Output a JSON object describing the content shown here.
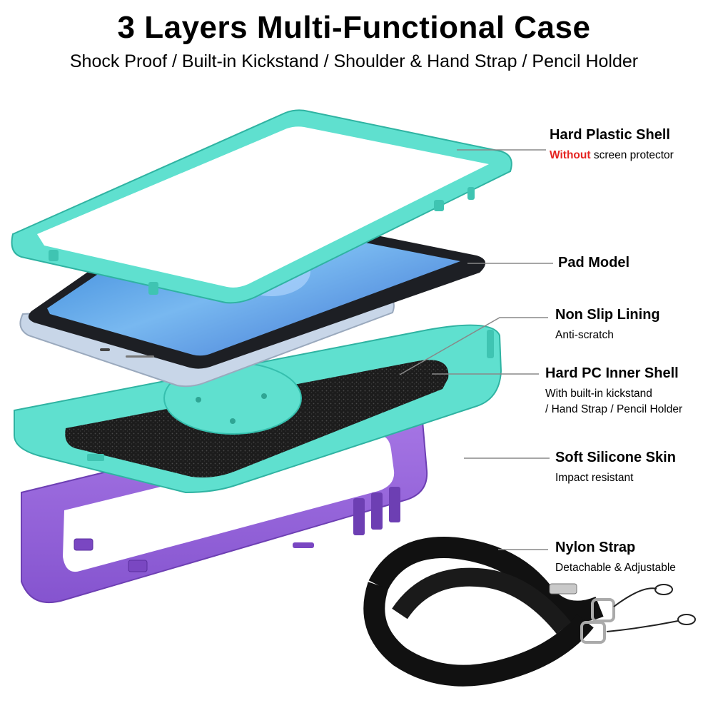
{
  "header": {
    "title": "3 Layers Multi-Functional Case",
    "subtitle": "Shock Proof / Built-in Kickstand / Shoulder & Hand Strap / Pencil Holder"
  },
  "callouts": {
    "hard_plastic_shell": {
      "label": "Hard Plastic Shell",
      "desc_accent": "Without",
      "desc_rest": " screen protector"
    },
    "pad_model": {
      "label": "Pad Model"
    },
    "non_slip_lining": {
      "label": "Non Slip Lining",
      "desc": "Anti-scratch"
    },
    "hard_pc_inner_shell": {
      "label": "Hard PC Inner Shell",
      "desc_line1": "With built-in kickstand",
      "desc_line2": "/ Hand Strap / Pencil Holder"
    },
    "soft_silicone_skin": {
      "label": "Soft Silicone Skin",
      "desc": "Impact resistant"
    },
    "nylon_strap": {
      "label": "Nylon Strap",
      "desc": "Detachable & Adjustable"
    }
  },
  "colors": {
    "mint": "#5fe0cf",
    "mint_dark": "#3fc4b2",
    "purple": "#9a66dc",
    "purple_dark": "#7a47c2",
    "accent_red": "#e52421",
    "leader_line": "#888888"
  }
}
